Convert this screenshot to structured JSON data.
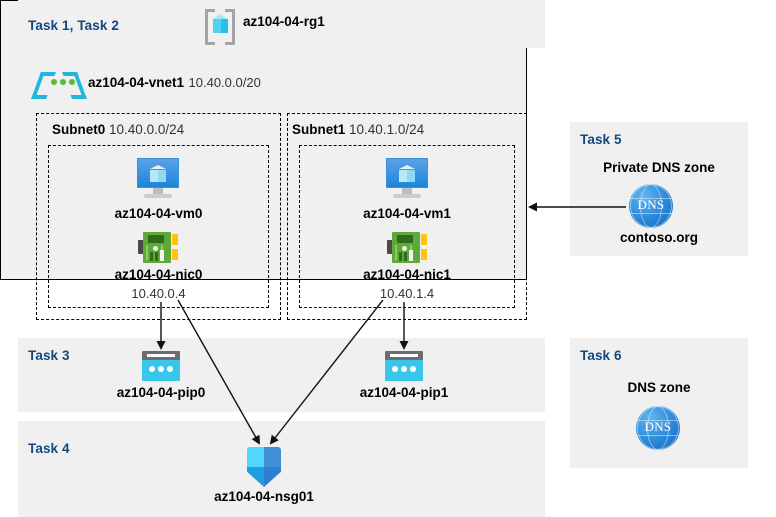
{
  "resource_group": {
    "task_label": "Task 1, Task 2",
    "name": "az104-04-rg1",
    "icon": "resource-group-icon"
  },
  "vnet": {
    "name": "az104-04-vnet1",
    "address_space": "10.40.0.0/20",
    "icon": "virtual-network-icon"
  },
  "subnets": [
    {
      "name": "Subnet0",
      "cidr": "10.40.0.0/24",
      "vm": {
        "name": "az104-04-vm0",
        "icon": "virtual-machine-icon"
      },
      "nic": {
        "name": "az104-04-nic0",
        "private_ip": "10.40.0.4",
        "icon": "network-interface-icon"
      }
    },
    {
      "name": "Subnet1",
      "cidr": "10.40.1.0/24",
      "vm": {
        "name": "az104-04-vm1",
        "icon": "virtual-machine-icon"
      },
      "nic": {
        "name": "az104-04-nic1",
        "private_ip": "10.40.1.4",
        "icon": "network-interface-icon"
      }
    }
  ],
  "task3": {
    "label": "Task 3",
    "public_ips": [
      {
        "name": "az104-04-pip0",
        "icon": "public-ip-icon"
      },
      {
        "name": "az104-04-pip1",
        "icon": "public-ip-icon"
      }
    ]
  },
  "task4": {
    "label": "Task 4",
    "nsg": {
      "name": "az104-04-nsg01",
      "icon": "network-security-group-icon"
    }
  },
  "task5": {
    "label": "Task 5",
    "heading": "Private DNS zone",
    "zone_name": "contoso.org",
    "icon": "dns-zone-icon",
    "icon_text": "DNS"
  },
  "task6": {
    "label": "Task 6",
    "heading": "DNS zone",
    "icon": "dns-zone-icon",
    "icon_text": "DNS"
  },
  "colors": {
    "task_label": "#11497e",
    "panel_background": "#f0f0f0",
    "page_background": "#ffffff",
    "azure_blue": "#1b85d8",
    "nic_green": "#5fa83a",
    "public_ip_cyan": "#38c7ea",
    "dns_blue": "#2a86d8"
  }
}
